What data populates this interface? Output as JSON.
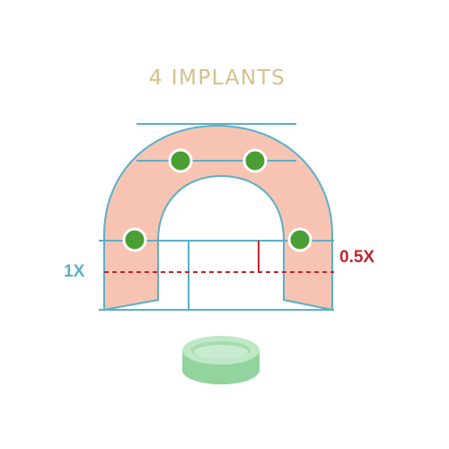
{
  "title": "4 IMPLANTS",
  "labels": {
    "full_distance": "1X",
    "half_distance": "0.5X"
  },
  "colors": {
    "title": "#d6c08a",
    "arch_fill": "#f7c4b3",
    "guide_lines": "#5ab0c8",
    "implant": "#4a9e33",
    "implant_ring": "#ffffff",
    "dashed_line": "#c0262d",
    "label_1x": "#5ab0c8",
    "label_05x": "#c0262d",
    "abutment": "#9ed9a8"
  },
  "implant_count": 4
}
